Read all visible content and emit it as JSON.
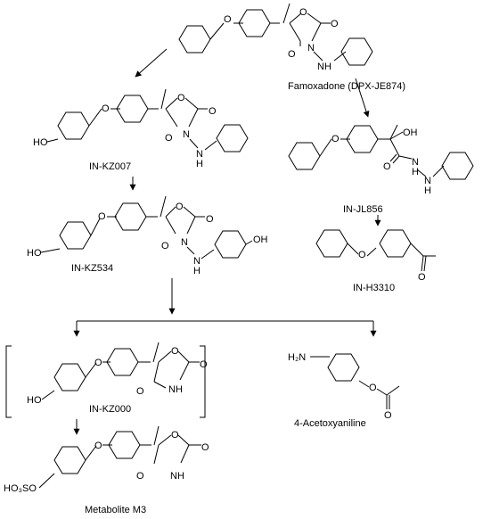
{
  "compounds": [
    {
      "id": "famoxadone",
      "name": "Famoxadone (DPX-JE874)"
    },
    {
      "id": "kz007",
      "name": "IN-KZ007"
    },
    {
      "id": "jl856",
      "name": "IN-JL856"
    },
    {
      "id": "kz534",
      "name": "IN-KZ534"
    },
    {
      "id": "h3310",
      "name": "IN-H3310"
    },
    {
      "id": "kz000",
      "name": "IN-KZ000"
    },
    {
      "id": "acetoxy",
      "name": "4-Acetoxyaniline"
    },
    {
      "id": "m3",
      "name": "Metabolite M3"
    }
  ],
  "atoms": {
    "O": "O",
    "N": "N",
    "NH": "NH",
    "H": "H",
    "OH": "OH",
    "HO": "HO",
    "H2N": "H₂N",
    "HO3SO": "HO₃SO"
  }
}
